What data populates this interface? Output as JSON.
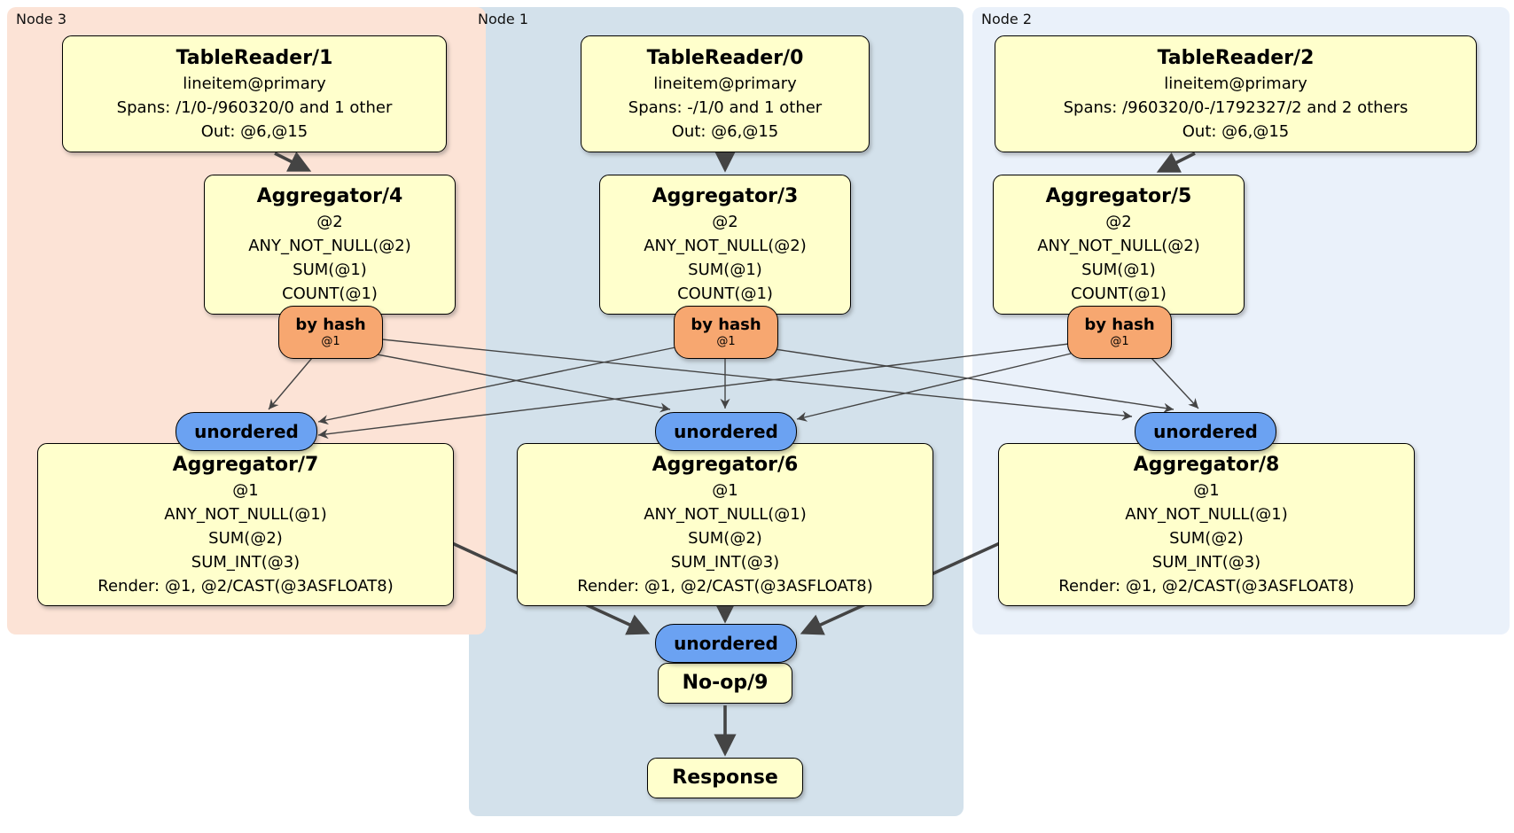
{
  "diagram": {
    "clusters": {
      "node3": {
        "label": "Node 3"
      },
      "node1": {
        "label": "Node 1"
      },
      "node2": {
        "label": "Node 2"
      }
    },
    "processors": {
      "tr1": {
        "title": "TableReader/1",
        "line1": "lineitem@primary",
        "line2": "Spans: /1/0-/960320/0 and 1 other",
        "line3": "Out: @6,@15"
      },
      "tr0": {
        "title": "TableReader/0",
        "line1": "lineitem@primary",
        "line2": "Spans: -/1/0 and 1 other",
        "line3": "Out: @6,@15"
      },
      "tr2": {
        "title": "TableReader/2",
        "line1": "lineitem@primary",
        "line2": "Spans: /960320/0-/1792327/2 and 2 others",
        "line3": "Out: @6,@15"
      },
      "agg4": {
        "title": "Aggregator/4",
        "line1": "@2",
        "line2": "ANY_NOT_NULL(@2)",
        "line3": "SUM(@1)",
        "line4": "COUNT(@1)"
      },
      "agg3": {
        "title": "Aggregator/3",
        "line1": "@2",
        "line2": "ANY_NOT_NULL(@2)",
        "line3": "SUM(@1)",
        "line4": "COUNT(@1)"
      },
      "agg5": {
        "title": "Aggregator/5",
        "line1": "@2",
        "line2": "ANY_NOT_NULL(@2)",
        "line3": "SUM(@1)",
        "line4": "COUNT(@1)"
      },
      "agg7": {
        "title": "Aggregator/7",
        "line1": "@1",
        "line2": "ANY_NOT_NULL(@1)",
        "line3": "SUM(@2)",
        "line4": "SUM_INT(@3)",
        "line5": "Render: @1, @2/CAST(@3ASFLOAT8)"
      },
      "agg6": {
        "title": "Aggregator/6",
        "line1": "@1",
        "line2": "ANY_NOT_NULL(@1)",
        "line3": "SUM(@2)",
        "line4": "SUM_INT(@3)",
        "line5": "Render: @1, @2/CAST(@3ASFLOAT8)"
      },
      "agg8": {
        "title": "Aggregator/8",
        "line1": "@1",
        "line2": "ANY_NOT_NULL(@1)",
        "line3": "SUM(@2)",
        "line4": "SUM_INT(@3)",
        "line5": "Render: @1, @2/CAST(@3ASFLOAT8)"
      },
      "noop": {
        "title": "No-op/9"
      },
      "response": {
        "title": "Response"
      }
    },
    "routers": {
      "byhash3": {
        "label": "by hash",
        "arg": "@1"
      },
      "byhash1": {
        "label": "by hash",
        "arg": "@1"
      },
      "byhash2": {
        "label": "by hash",
        "arg": "@1"
      },
      "unordered3": {
        "label": "unordered"
      },
      "unordered1": {
        "label": "unordered"
      },
      "unordered2": {
        "label": "unordered"
      },
      "unordered_final": {
        "label": "unordered"
      }
    },
    "colors": {
      "cluster_node3": "#fce3d6",
      "cluster_node1": "#d3e1eb",
      "cluster_node2": "#eaf1fa",
      "processor_fill": "#ffffcc",
      "hash_router_fill": "#f7a770",
      "unordered_router_fill": "#6ba2f2",
      "edge": "#444444"
    }
  }
}
